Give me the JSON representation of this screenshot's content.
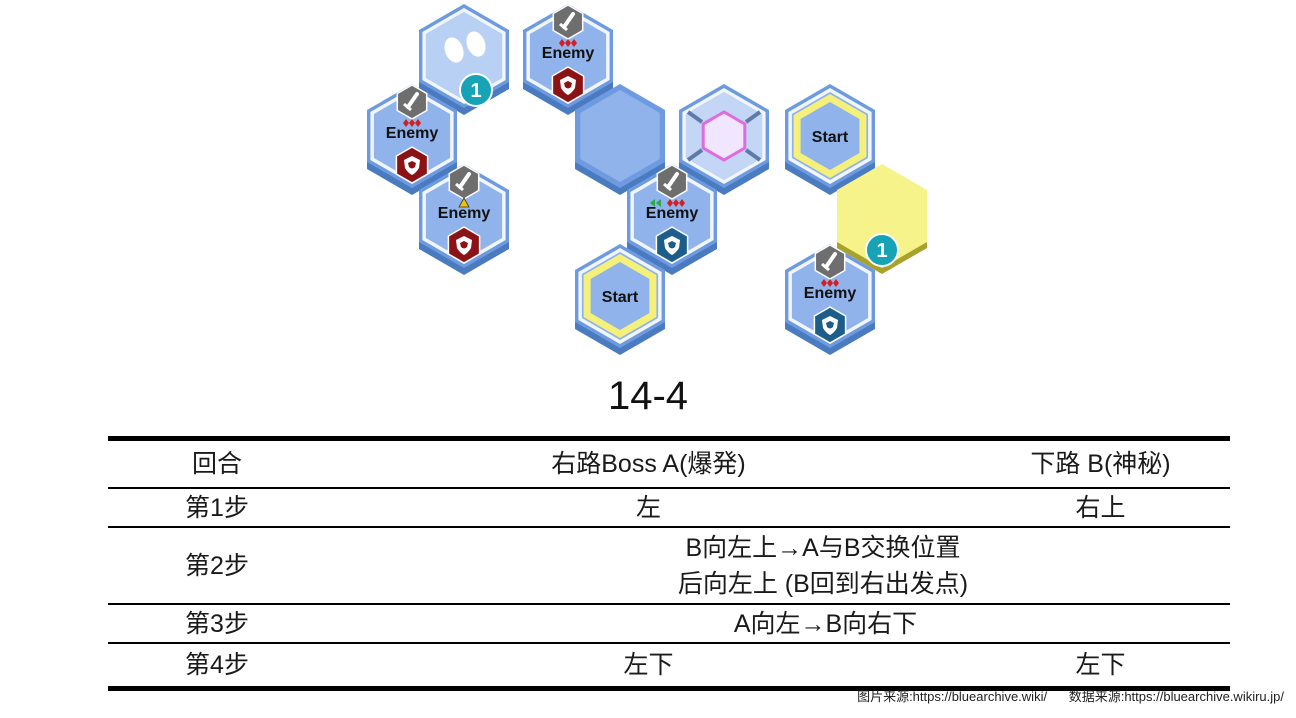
{
  "palette": {
    "tile_base": "#4a7bc0",
    "tile_fill": "#8fb3ea",
    "tile_highlight": "#dff1ff",
    "start_ring": "#f4f07a",
    "target_tile": "#f6f38a",
    "enemy_badge_red": "#8b1316",
    "enemy_badge_blue": "#1d5d8a",
    "step_circle": "#16a3b5"
  },
  "board": {
    "tiles": [
      {
        "name": "warp-tile",
        "kind": "footprint",
        "number": "1"
      },
      {
        "name": "enemy-tile-top",
        "kind": "enemy",
        "label": "Enemy",
        "badge": "red",
        "marks": "red"
      },
      {
        "name": "enemy-tile-left",
        "kind": "enemy",
        "label": "Enemy",
        "badge": "red",
        "marks": "red"
      },
      {
        "name": "enemy-tile-lower-left",
        "kind": "enemy",
        "label": "Enemy",
        "badge": "red",
        "marks": "warning"
      },
      {
        "name": "empty-tile",
        "kind": "plain"
      },
      {
        "name": "portal-tile",
        "kind": "portal"
      },
      {
        "name": "start-tile-right",
        "kind": "start",
        "label": "Start"
      },
      {
        "name": "enemy-tile-center",
        "kind": "enemy",
        "label": "Enemy",
        "badge": "blue",
        "marks": "green-red"
      },
      {
        "name": "target-tile",
        "kind": "target",
        "number": "1"
      },
      {
        "name": "start-tile-bottom",
        "kind": "start",
        "label": "Start"
      },
      {
        "name": "enemy-tile-bottom-right",
        "kind": "enemy",
        "label": "Enemy",
        "badge": "blue",
        "marks": "red"
      }
    ]
  },
  "map_title": "14-4",
  "table": {
    "headers": [
      "回合",
      "右路Boss A(爆発)",
      "下路 B(神秘)"
    ],
    "rows": [
      {
        "round": "第1步",
        "a": "左",
        "b": "右上"
      },
      {
        "round": "第2步",
        "merged": [
          "B向左上→A与B交换位置",
          "后向左上 (B回到右出发点)"
        ]
      },
      {
        "round": "第3步",
        "merged": [
          "A向左→B向右下"
        ]
      },
      {
        "round": "第4步",
        "a": "左下",
        "b": "左下"
      }
    ]
  },
  "credits": {
    "image_source": "图片来源:https://bluearchive.wiki/",
    "data_source": "数据来源:https://bluearchive.wikiru.jp/"
  }
}
